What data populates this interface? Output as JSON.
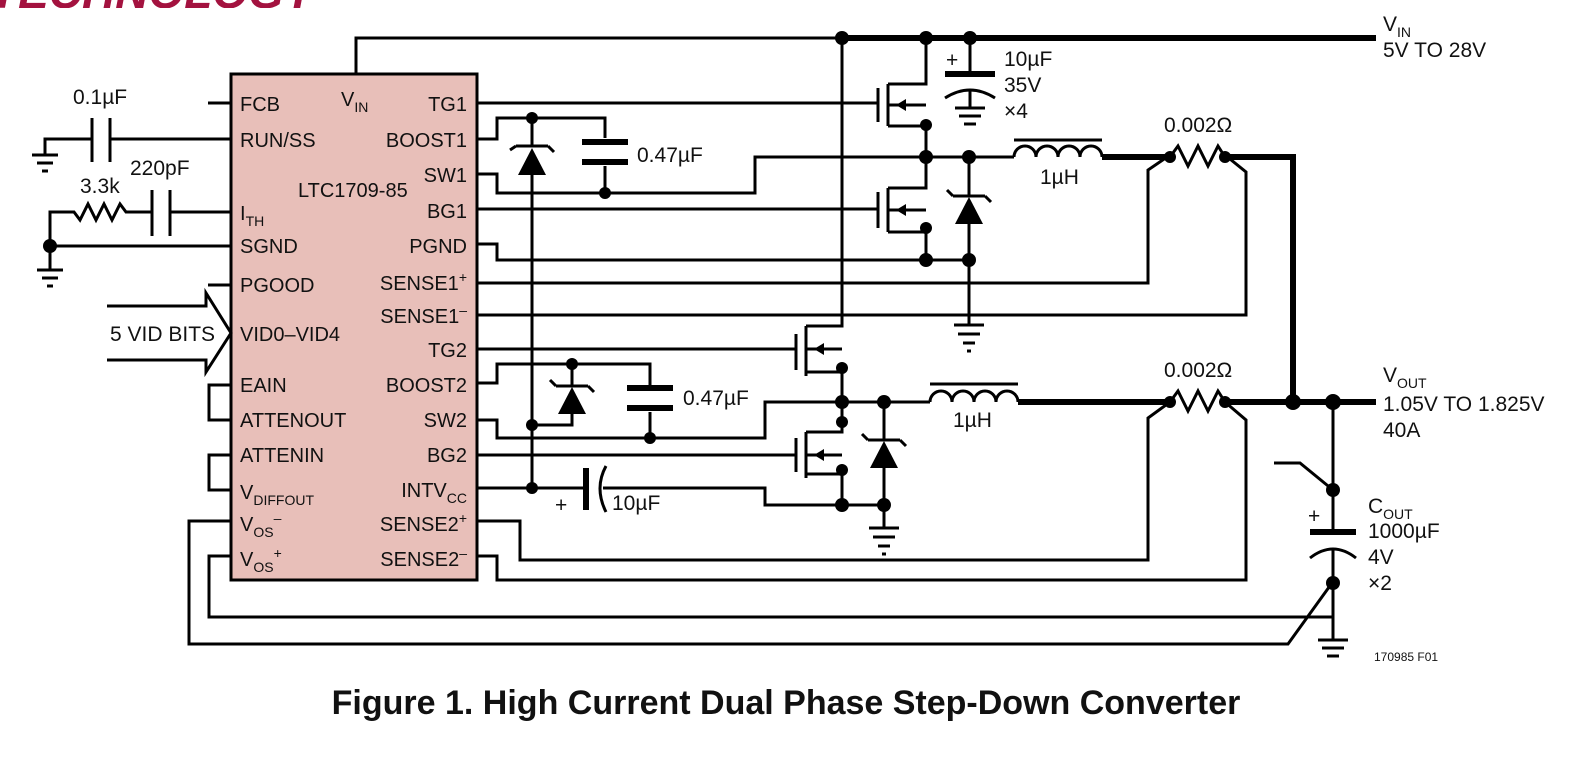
{
  "brand": {
    "logo_text": "TECHNOLOGY"
  },
  "ic": {
    "name": "LTC1709-85",
    "left_pins": [
      "FCB",
      "RUN/SS",
      "I",
      "SGND",
      "PGOOD",
      "VID0–VID4",
      "EAIN",
      "ATTENOUT",
      "ATTENIN",
      "V",
      "V",
      "V"
    ],
    "left_pin_subs": {
      "ith": "TH",
      "vdiffout": "DIFFOUT",
      "vos_minus": "OS",
      "vos_plus": "OS"
    },
    "top_pin": "V",
    "top_pin_sub": "IN",
    "right_pins": [
      "TG1",
      "BOOST1",
      "SW1",
      "BG1",
      "PGND",
      "SENSE1",
      "SENSE1",
      "TG2",
      "BOOST2",
      "SW2",
      "BG2",
      "INTV",
      "SENSE2",
      "SENSE2"
    ],
    "intvcc_sub": "CC",
    "plus": "+",
    "minus": "–"
  },
  "components": {
    "c_runss": "0.1µF",
    "r_ith": "3.3k",
    "c_ith": "220pF",
    "c_boost1": "0.47µF",
    "c_boost2": "0.47µF",
    "c_intvcc": "10µF",
    "c_intvcc_plus": "+",
    "c_in": [
      "10µF",
      "35V",
      "×4"
    ],
    "c_in_plus": "+",
    "l1": "1µH",
    "l2": "1µH",
    "r_sense1": "0.002Ω",
    "r_sense2": "0.002Ω",
    "c_out_name": "C",
    "c_out_sub": "OUT",
    "c_out": [
      "1000µF",
      "4V",
      "×2"
    ],
    "c_out_plus": "+"
  },
  "vid_input": "5 VID BITS",
  "vin": {
    "name": "V",
    "sub": "IN",
    "range": "5V TO 28V"
  },
  "vout": {
    "name": "V",
    "sub": "OUT",
    "range": "1.05V TO 1.825V",
    "current": "40A"
  },
  "drawing_id": "170985 F01",
  "caption": "Figure 1. High Current Dual Phase Step-Down Converter"
}
